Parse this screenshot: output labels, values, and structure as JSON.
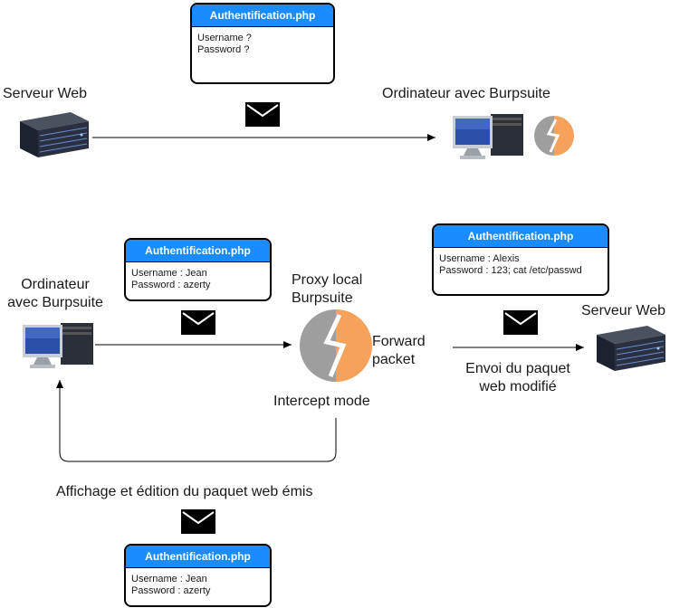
{
  "top": {
    "left_label": "Serveur Web",
    "right_label": "Ordinateur avec Burpsuite",
    "card": {
      "title": "Authentification.php",
      "line1": "Username ?",
      "line2": "Password ?"
    }
  },
  "bottom": {
    "computer_label_1": "Ordinateur",
    "computer_label_2": "avec Burpsuite",
    "proxy_label_1": "Proxy local",
    "proxy_label_2": "Burpsuite",
    "intercept_label": "Intercept mode",
    "forward_label_1": "Forward",
    "forward_label_2": "packet",
    "server_label": "Serveur Web",
    "sent_label_1": "Envoi du paquet",
    "sent_label_2": "web modifié",
    "edit_label": "Affichage et édition du paquet web émis",
    "card_left": {
      "title": "Authentification.php",
      "line1": "Username : Jean",
      "line2": "Password : azerty"
    },
    "card_right": {
      "title": "Authentification.php",
      "line1": "Username : Alexis",
      "line2": "Password : 123; cat /etc/passwd"
    },
    "card_bottom": {
      "title": "Authentification.php",
      "line1": "Username : Jean",
      "line2": "Password : azerty"
    }
  },
  "colors": {
    "card_header": "#1a8cff",
    "burp_orange": "#f7a25a",
    "burp_grey": "#9e9e9e"
  },
  "icons": [
    "server-icon",
    "computer-icon",
    "burpsuite-icon",
    "envelope-icon"
  ]
}
